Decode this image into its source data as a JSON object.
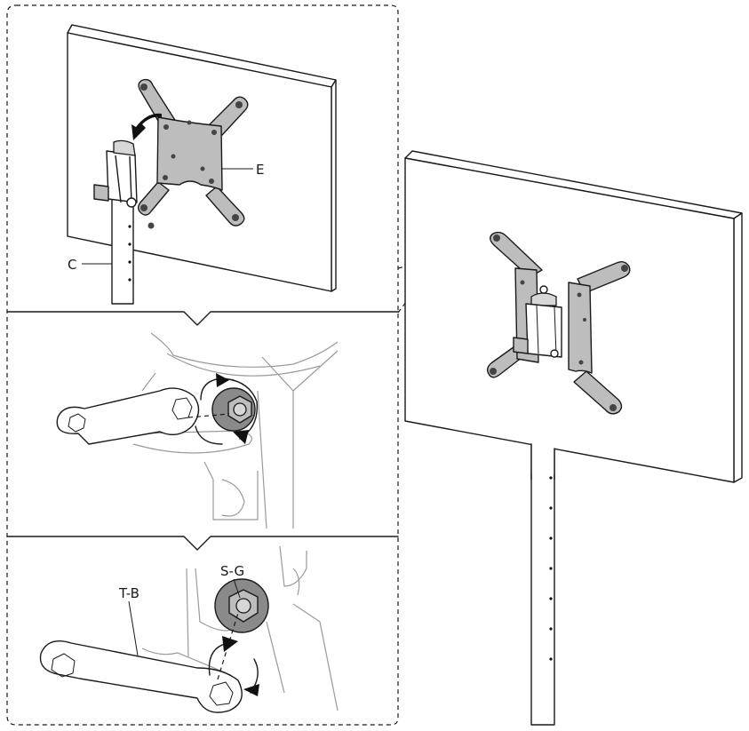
{
  "labels": {
    "bracket": "E",
    "column": "C",
    "nut": "S-G",
    "wrench": "T-B"
  }
}
